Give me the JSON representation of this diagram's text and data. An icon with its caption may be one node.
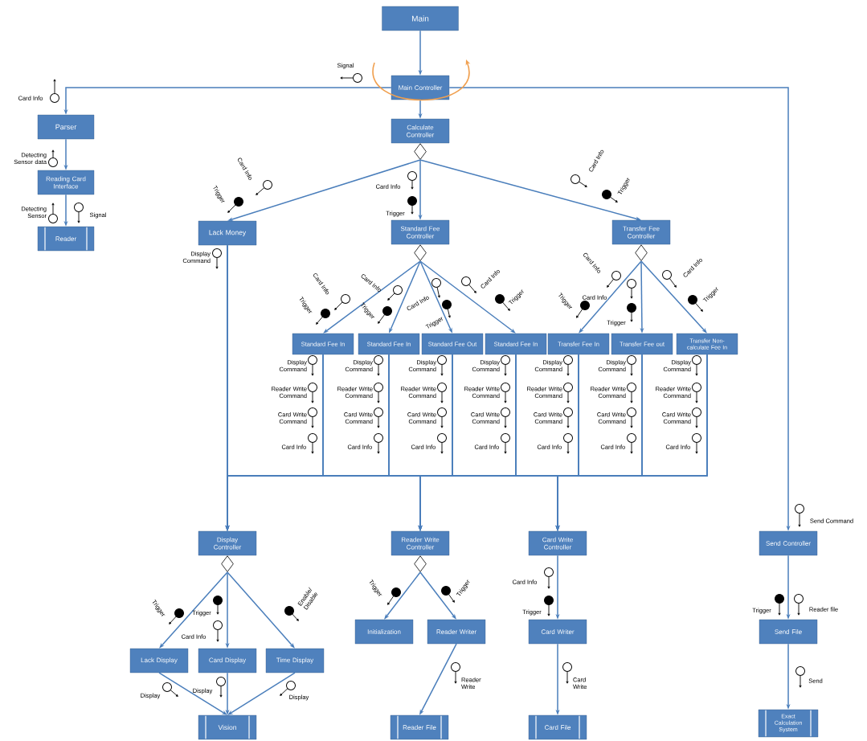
{
  "diagram": {
    "nodes": [
      {
        "text": [
          "Main"
        ]
      },
      {
        "text": [
          "Main Controller"
        ]
      },
      {
        "text": [
          "Calculate Controller"
        ]
      },
      {
        "text": [
          "Parser"
        ]
      },
      {
        "text": [
          "Reading Card Interface"
        ]
      },
      {
        "text": [
          "Reader"
        ]
      },
      {
        "text": [
          "Lack Money"
        ]
      },
      {
        "text": [
          "Standard Fee Controller"
        ]
      },
      {
        "text": [
          "Transfer Fee Controller"
        ]
      },
      {
        "text": [
          "Standard Fee In"
        ]
      },
      {
        "text": [
          "Standard Fee In"
        ]
      },
      {
        "text": [
          "Standard Fee Out"
        ]
      },
      {
        "text": [
          "Standard Fee In"
        ]
      },
      {
        "text": [
          "Transfer Fee In"
        ]
      },
      {
        "text": [
          "Transfer Fee out"
        ]
      },
      {
        "text": [
          "Transfer Non-calculate Fee In"
        ]
      },
      {
        "text": [
          "Display Controller"
        ]
      },
      {
        "text": [
          "Reader Write Controller"
        ]
      },
      {
        "text": [
          "Card Write Controller"
        ]
      },
      {
        "text": [
          "Send Controller"
        ]
      },
      {
        "text": [
          "Lack Display"
        ]
      },
      {
        "text": [
          "Card Display"
        ]
      },
      {
        "text": [
          "Time Display"
        ]
      },
      {
        "text": [
          "Initialization"
        ]
      },
      {
        "text": [
          "Reader Writer"
        ]
      },
      {
        "text": [
          "Card Writer"
        ]
      },
      {
        "text": [
          "Send File"
        ]
      },
      {
        "text": [
          "Vision"
        ]
      },
      {
        "text": [
          "Reader File"
        ]
      },
      {
        "text": [
          "Card File"
        ]
      },
      {
        "text": [
          "Exact Calculation System"
        ]
      }
    ],
    "edges": [
      {
        "from": 0,
        "to": 1,
        "arrow": "to"
      },
      {
        "from": 1,
        "to": 2,
        "arrow": "to"
      },
      {
        "from": 1,
        "to": 3,
        "arrow": "to"
      },
      {
        "from": 1,
        "to": 19,
        "arrow": "to"
      },
      {
        "from": 3,
        "to": 4,
        "arrow": "to"
      },
      {
        "from": 4,
        "to": 5,
        "arrow": "to"
      },
      {
        "from": 2,
        "to": 6,
        "arrow": "to"
      },
      {
        "from": 2,
        "to": 7,
        "arrow": "to"
      },
      {
        "from": 2,
        "to": 8,
        "arrow": "to"
      },
      {
        "from": 7,
        "to": 9,
        "arrow": "to"
      },
      {
        "from": 7,
        "to": 10,
        "arrow": "to"
      },
      {
        "from": 7,
        "to": 11,
        "arrow": "to"
      },
      {
        "from": 7,
        "to": 12,
        "arrow": "to"
      },
      {
        "from": 8,
        "to": 13,
        "arrow": "to"
      },
      {
        "from": 8,
        "to": 14,
        "arrow": "to"
      },
      {
        "from": 8,
        "to": 15,
        "arrow": "to"
      },
      {
        "from": 6,
        "to": 16,
        "arrow": "to"
      },
      {
        "from": 6,
        "to": 17,
        "arrow": "to"
      },
      {
        "from": 6,
        "to": 18,
        "arrow": "to"
      },
      {
        "from": 9,
        "to": 16,
        "arrow": "to"
      },
      {
        "from": 9,
        "to": 17,
        "arrow": "to"
      },
      {
        "from": 9,
        "to": 18,
        "arrow": "to"
      },
      {
        "from": 10,
        "to": 16,
        "arrow": "to"
      },
      {
        "from": 10,
        "to": 17,
        "arrow": "to"
      },
      {
        "from": 10,
        "to": 18,
        "arrow": "to"
      },
      {
        "from": 11,
        "to": 16,
        "arrow": "to"
      },
      {
        "from": 11,
        "to": 17,
        "arrow": "to"
      },
      {
        "from": 11,
        "to": 18,
        "arrow": "to"
      },
      {
        "from": 12,
        "to": 16,
        "arrow": "to"
      },
      {
        "from": 12,
        "to": 17,
        "arrow": "to"
      },
      {
        "from": 12,
        "to": 18,
        "arrow": "to"
      },
      {
        "from": 13,
        "to": 16,
        "arrow": "to"
      },
      {
        "from": 13,
        "to": 17,
        "arrow": "to"
      },
      {
        "from": 13,
        "to": 18,
        "arrow": "to"
      },
      {
        "from": 14,
        "to": 16,
        "arrow": "to"
      },
      {
        "from": 14,
        "to": 17,
        "arrow": "to"
      },
      {
        "from": 14,
        "to": 18,
        "arrow": "to"
      },
      {
        "from": 15,
        "to": 16,
        "arrow": "to"
      },
      {
        "from": 15,
        "to": 17,
        "arrow": "to"
      },
      {
        "from": 15,
        "to": 18,
        "arrow": "to"
      },
      {
        "from": 16,
        "to": 20,
        "arrow": "to"
      },
      {
        "from": 16,
        "to": 21,
        "arrow": "to"
      },
      {
        "from": 16,
        "to": 22,
        "arrow": "to"
      },
      {
        "from": 20,
        "to": 27,
        "arrow": "to"
      },
      {
        "from": 21,
        "to": 27,
        "arrow": "to"
      },
      {
        "from": 22,
        "to": 27,
        "arrow": "to"
      },
      {
        "from": 17,
        "to": 23,
        "arrow": "to"
      },
      {
        "from": 17,
        "to": 24,
        "arrow": "to"
      },
      {
        "from": 24,
        "to": 28,
        "arrow": "to"
      },
      {
        "from": 18,
        "to": 25,
        "arrow": "to"
      },
      {
        "from": 25,
        "to": 29,
        "arrow": "to"
      },
      {
        "from": 19,
        "to": 26,
        "arrow": "to"
      },
      {
        "from": 26,
        "to": 30,
        "arrow": "to"
      }
    ],
    "labels": [
      "Signal",
      "Card Info",
      "Detecting Sensor data",
      "Card Info",
      "Trigger",
      "Card Info",
      "Card Info",
      "Trigger",
      "Trigger",
      "Detecting Sensor",
      "Signal",
      "Display Command",
      "Card Info",
      "Trigger",
      "Card Info",
      "Trigger",
      "Card Info",
      "Trigger",
      "Card Info",
      "Trigger",
      "Card Info",
      "Trigger",
      "Card Info",
      "Trigger",
      "Card Info",
      "Trigger",
      "Display Command",
      "Display Command",
      "Display Command",
      "Display Command",
      "Display Command",
      "Display Command",
      "Display Command",
      "Reader Write Command",
      "Reader Write Command",
      "Reader Write Command",
      "Reader Write Command",
      "Reader Write Command",
      "Reader Write Command",
      "Reader Write Command",
      "Card Write Command",
      "Card Write Command",
      "Card Write Command",
      "Card Write Command",
      "Card Write Command",
      "Card Write Command",
      "Card Write Command",
      "Card Info",
      "Card Info",
      "Card Info",
      "Card Info",
      "Card Info",
      "Card Info",
      "Card Info",
      "Send Command",
      "Card Info",
      "Trigger",
      "Trigger",
      "Enable/ Disable",
      "Trigger",
      "Trigger",
      "Trigger",
      "Card Info",
      "Trigger",
      "Reader file",
      "Reader Write",
      "Card Write",
      "Send",
      "Display",
      "Display",
      "Display"
    ]
  }
}
